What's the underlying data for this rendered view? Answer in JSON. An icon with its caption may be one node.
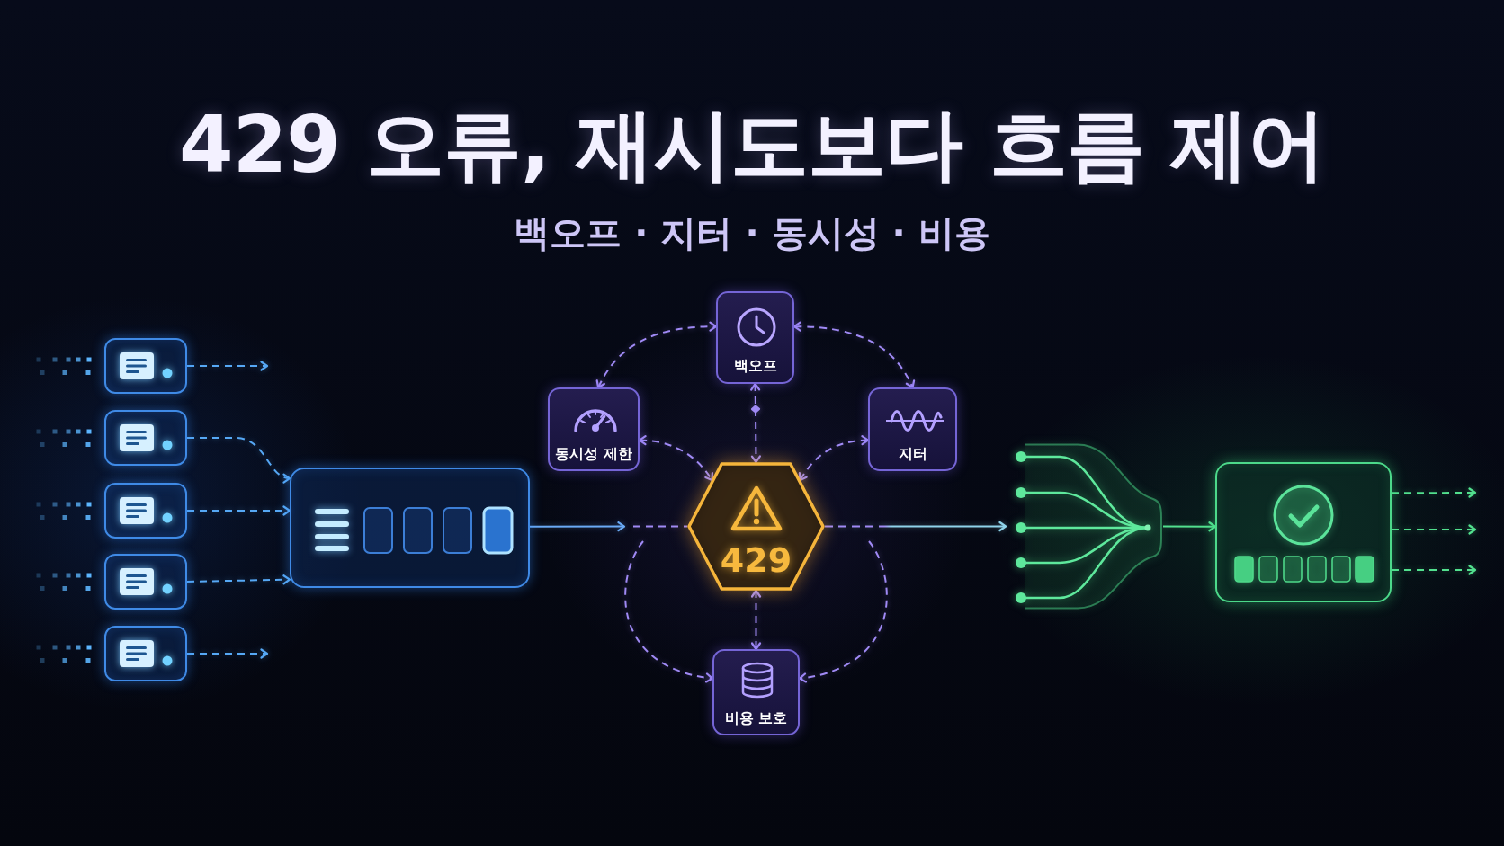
{
  "diagram": {
    "title": "429 오류, 재시도보다 흐름 제어",
    "nodes": [
      {
        "text": [],
        "shape": "box"
      },
      {
        "text": [],
        "shape": "box"
      },
      {
        "text": [],
        "shape": "box"
      },
      {
        "text": [],
        "shape": "box"
      },
      {
        "text": [],
        "shape": "box"
      },
      {
        "text": [],
        "shape": "box"
      },
      {
        "text": [
          "백오프"
        ]
      },
      {
        "text": [
          "동시성 제한"
        ]
      },
      {
        "text": [
          "지터"
        ]
      },
      {
        "text": [
          "429"
        ]
      },
      {
        "text": [
          "비용 보호"
        ]
      },
      {
        "text": [],
        "shape": "funnel"
      },
      {
        "text": [],
        "shape": "box"
      }
    ],
    "edges": [
      {
        "from": 0,
        "to": null,
        "arrow": "to",
        "style": "dashed",
        "color": "#56a8f5"
      },
      {
        "from": 1,
        "to": 5,
        "arrow": "to",
        "style": "dashed",
        "color": "#56a8f5"
      },
      {
        "from": 2,
        "to": 5,
        "arrow": "to",
        "style": "dashed",
        "color": "#56a8f5"
      },
      {
        "from": 3,
        "to": 5,
        "arrow": "to",
        "style": "dashed",
        "color": "#56a8f5"
      },
      {
        "from": 4,
        "to": null,
        "arrow": "to",
        "style": "dashed",
        "color": "#56a8f5"
      },
      {
        "from": 5,
        "to": null,
        "arrow": "to",
        "color": "#6aaaf5"
      },
      {
        "from": null,
        "to": 9,
        "arrow": "none",
        "style": "dashed"
      },
      {
        "from": 7,
        "to": 6,
        "arrow": "both",
        "style": "dashed"
      },
      {
        "from": 6,
        "to": 8,
        "arrow": "both",
        "style": "dashed"
      },
      {
        "from": 7,
        "to": 9,
        "arrow": "both",
        "style": "dashed"
      },
      {
        "from": 8,
        "to": 9,
        "arrow": "both",
        "style": "dashed"
      },
      {
        "from": 6,
        "to": 9,
        "arrow": "both",
        "style": "dashed"
      },
      {
        "from": 9,
        "to": 10,
        "arrow": "both",
        "style": "dashed"
      },
      {
        "from": null,
        "to": 10,
        "arrow": "to",
        "style": "dashed"
      },
      {
        "from": null,
        "to": 10,
        "arrow": "to",
        "style": "dashed"
      },
      {
        "from": 9,
        "to": 11,
        "arrow": "to",
        "color": "#8fd3ea"
      },
      {
        "from": 11,
        "to": 12,
        "arrow": "to",
        "color": "#52e08e"
      },
      {
        "from": 12,
        "to": null,
        "arrow": "to",
        "style": "dashed",
        "color": "#52e08e"
      },
      {
        "from": 12,
        "to": null,
        "arrow": "to",
        "style": "dashed",
        "color": "#52e08e"
      },
      {
        "from": 12,
        "to": null,
        "arrow": "to",
        "style": "dashed",
        "color": "#52e08e"
      }
    ],
    "labels": [
      "백오프 · 지터 · 동시성 · 비용"
    ]
  }
}
